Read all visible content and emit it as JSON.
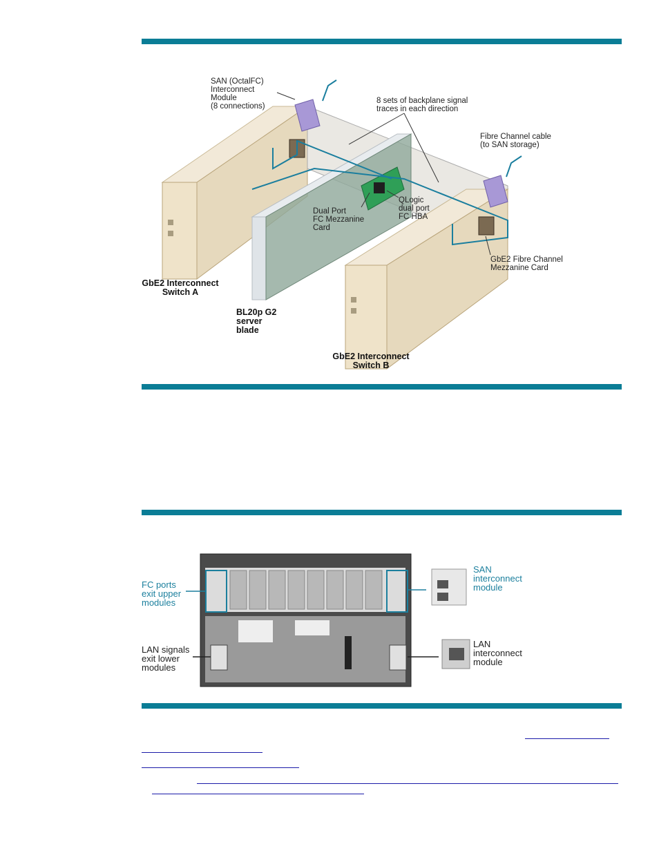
{
  "colors": {
    "rule": "#0b7d96",
    "label_blue": "#1b7f9d",
    "link": "#1a1aa8"
  },
  "figure1": {
    "san_module_label": [
      "SAN (OctalFC)",
      "Interconnect",
      "Module",
      "(8 connections)"
    ],
    "backplane_label": [
      "8 sets of backplane signal",
      "traces in each direction"
    ],
    "fc_cable_label": [
      "Fibre Channel cable",
      "(to SAN storage)"
    ],
    "dual_port_label": [
      "Dual Port",
      "FC Mezzanine",
      "Card"
    ],
    "qlogic_label": [
      "QLogic",
      "dual port",
      "FC HBA"
    ],
    "gbe2_fc_card_label": [
      "GbE2 Fibre Channel",
      "Mezzanine Card"
    ],
    "switch_a_label": [
      "GbE2 Interconnect",
      "Switch A"
    ],
    "blade_label": [
      "BL20p G2",
      "server",
      "blade"
    ],
    "switch_b_label": [
      "GbE2 Interconnect",
      "Switch B"
    ]
  },
  "figure2": {
    "fc_ports_label": [
      "FC ports",
      "exit upper",
      "modules"
    ],
    "lan_signals_label": [
      "LAN signals",
      "exit lower",
      "modules"
    ],
    "san_interconnect_label": [
      "SAN",
      "interconnect",
      "module"
    ],
    "lan_interconnect_label": [
      "LAN",
      "interconnect",
      "module"
    ]
  }
}
